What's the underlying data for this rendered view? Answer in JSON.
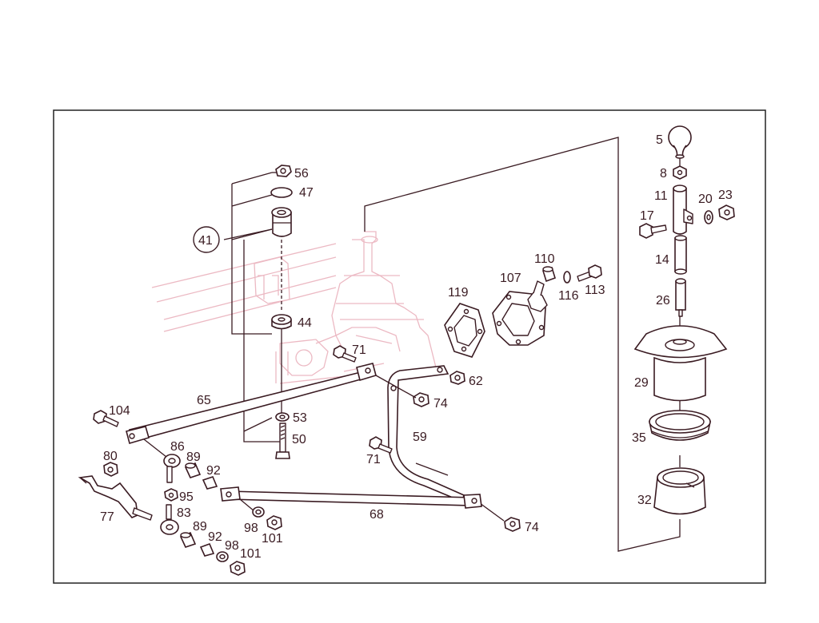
{
  "diagram": {
    "callouts": {
      "c5": "5",
      "c8": "8",
      "c11": "11",
      "c20": "20",
      "c23": "23",
      "c17": "17",
      "c14": "14",
      "c26": "26",
      "c29": "29",
      "c35": "35",
      "c32": "32",
      "c56": "56",
      "c47": "47",
      "c41": "41",
      "c44": "44",
      "c53": "53",
      "c50": "50",
      "c71a": "71",
      "c71b": "71",
      "c65": "65",
      "c104": "104",
      "c62": "62",
      "c74a": "74",
      "c74b": "74",
      "c59": "59",
      "c119": "119",
      "c107": "107",
      "c110": "110",
      "c116": "116",
      "c113": "113",
      "c86": "86",
      "c89a": "89",
      "c92a": "92",
      "c80": "80",
      "c95": "95",
      "c77": "77",
      "c83": "83",
      "c89b": "89",
      "c92b": "92",
      "c98a": "98",
      "c98b": "98",
      "c101a": "101",
      "c101b": "101",
      "c68": "68"
    },
    "colors": {
      "ink": "#3a1b22",
      "ghost": "#ecb9c3",
      "frame": "#222222"
    }
  }
}
